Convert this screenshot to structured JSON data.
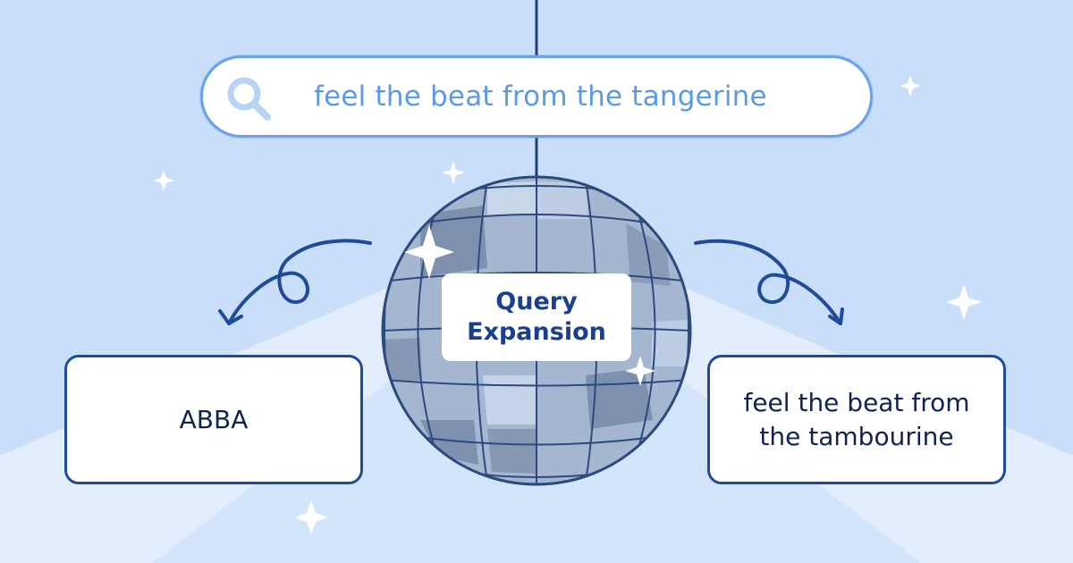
{
  "search": {
    "query": "feel the beat from the tangerine",
    "icon": "search-icon"
  },
  "center": {
    "label": "Query Expansion",
    "icon": "disco-ball"
  },
  "results": {
    "left": "ABBA",
    "right": "feel the beat from the tambourine"
  },
  "colors": {
    "background": "#c9def8",
    "accent_light": "#5b9ae8",
    "accent_dark": "#1f4b9a",
    "text_dark": "#10244f"
  }
}
